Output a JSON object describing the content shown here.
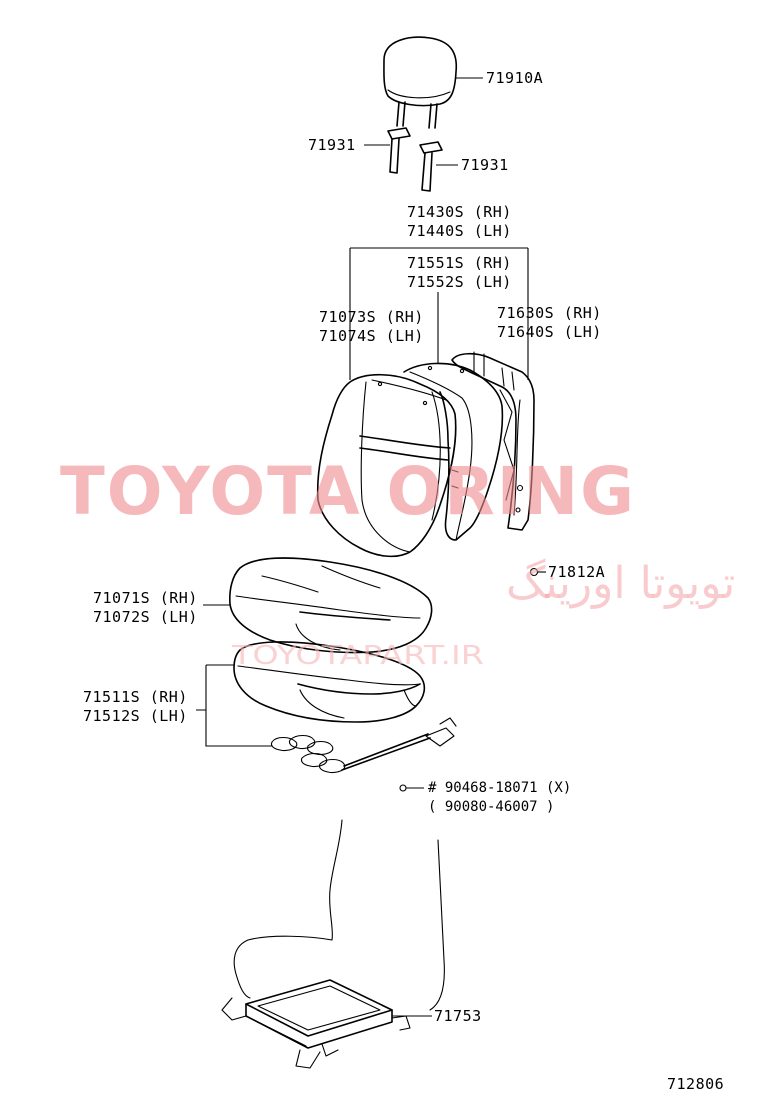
{
  "labels": {
    "headrest": "71910A",
    "headrest_support_left": "71931",
    "headrest_support_right": "71931",
    "back_cover_rh": "71430S (RH)",
    "back_cover_lh": "71440S (LH)",
    "back_pad_rh": "71551S (RH)",
    "back_pad_lh": "71552S (LH)",
    "back_assy_rh": "71073S (RH)",
    "back_assy_lh": "71074S (LH)",
    "back_frame_rh": "71630S (RH)",
    "back_frame_lh": "71640S (LH)",
    "hog_ring": "71812A",
    "cushion_assy_rh": "71071S (RH)",
    "cushion_assy_lh": "71072S (LH)",
    "cushion_pad_rh": "71511S (RH)",
    "cushion_pad_lh": "71512S (LH)",
    "clip_part": "# 90468-18071 (X)",
    "clip_part_alt": "( 90080-46007 )",
    "seat_track": "71753",
    "diagram_number": "712806"
  },
  "watermark": {
    "main": "TOYOTA ORING",
    "persian": "تویوتا اورینگ",
    "url": "TOYOTAPART.IR",
    "color": "#f08a8e"
  },
  "colors": {
    "line": "#000000",
    "background": "#ffffff"
  }
}
